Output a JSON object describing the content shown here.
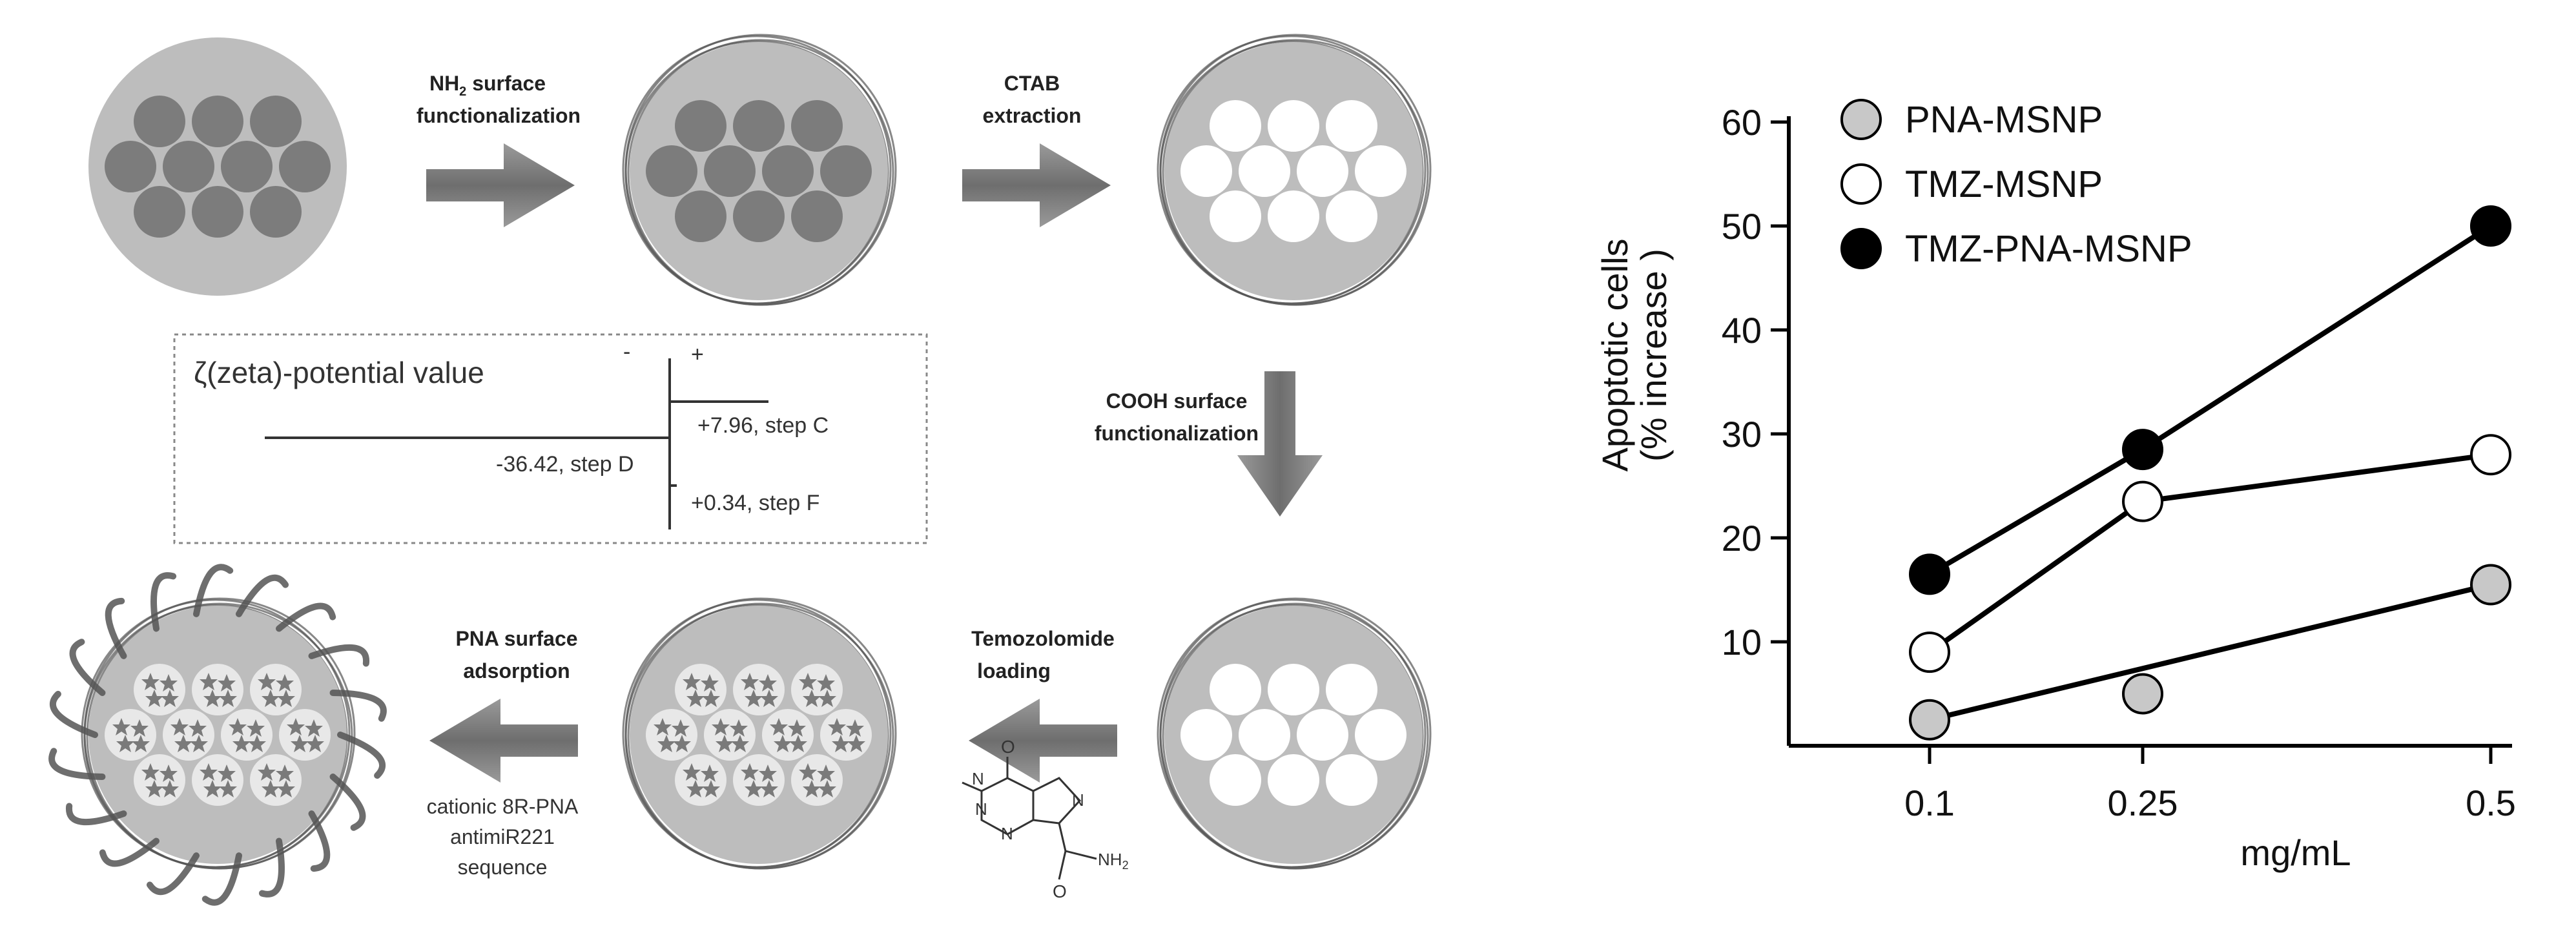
{
  "scheme": {
    "labels": {
      "nh2_prefix": "NH",
      "nh2_sub": "2",
      "nh2_suffix": " surface",
      "nh2_line2": "functionalization",
      "ctab_line1": "CTAB",
      "ctab_line2": "extraction",
      "cooh_line1": "COOH surface",
      "cooh_line2": "functionalization",
      "tmz_line1": "Temozolomide",
      "tmz_line2": "loading",
      "pna_line1": "PNA surface",
      "pna_line2": "adsorption",
      "cat_line1": "cationic 8R-PNA",
      "cat_line2": "antimiR221",
      "cat_line3": "sequence"
    },
    "zeta": {
      "title": "ζ(zeta)-potential value",
      "minus": "-",
      "plus": "+",
      "step_c": "+7.96, step C",
      "step_d": "-36.42, step D",
      "step_f": "+0.34, step F",
      "values": [
        7.96,
        -36.42,
        0.34
      ]
    },
    "molecule": {
      "o1": "O",
      "o2": "O",
      "n1": "N",
      "n2": "N",
      "n3": "N",
      "n4": "N",
      "nh2": "NH",
      "nh2_sub": "2"
    }
  },
  "chart_data": {
    "type": "line",
    "x": [
      0.1,
      0.25,
      0.5
    ],
    "xticks": [
      "0.1",
      "0.25",
      "0.5"
    ],
    "xlabel": "mg/mL",
    "ylabel_line1": "Apoptotic cells",
    "ylabel_line2": "(% increase )",
    "ylim": [
      0,
      60
    ],
    "yticks": [
      10,
      20,
      30,
      40,
      50,
      60
    ],
    "grid": false,
    "legend_position": "top-left",
    "series": [
      {
        "name": "PNA-MSNP",
        "values": [
          2.5,
          5,
          15.5
        ],
        "marker_fill": "#c8c8c8",
        "connect": [
          [
            0,
            2
          ]
        ]
      },
      {
        "name": "TMZ-MSNP",
        "values": [
          9,
          23.5,
          28
        ],
        "marker_fill": "#ffffff",
        "connect": [
          [
            0,
            1
          ],
          [
            1,
            2
          ]
        ]
      },
      {
        "name": "TMZ-PNA-MSNP",
        "values": [
          16.5,
          28.5,
          50
        ],
        "marker_fill": "#000000",
        "connect": [
          [
            0,
            1
          ],
          [
            1,
            2
          ]
        ]
      }
    ]
  }
}
